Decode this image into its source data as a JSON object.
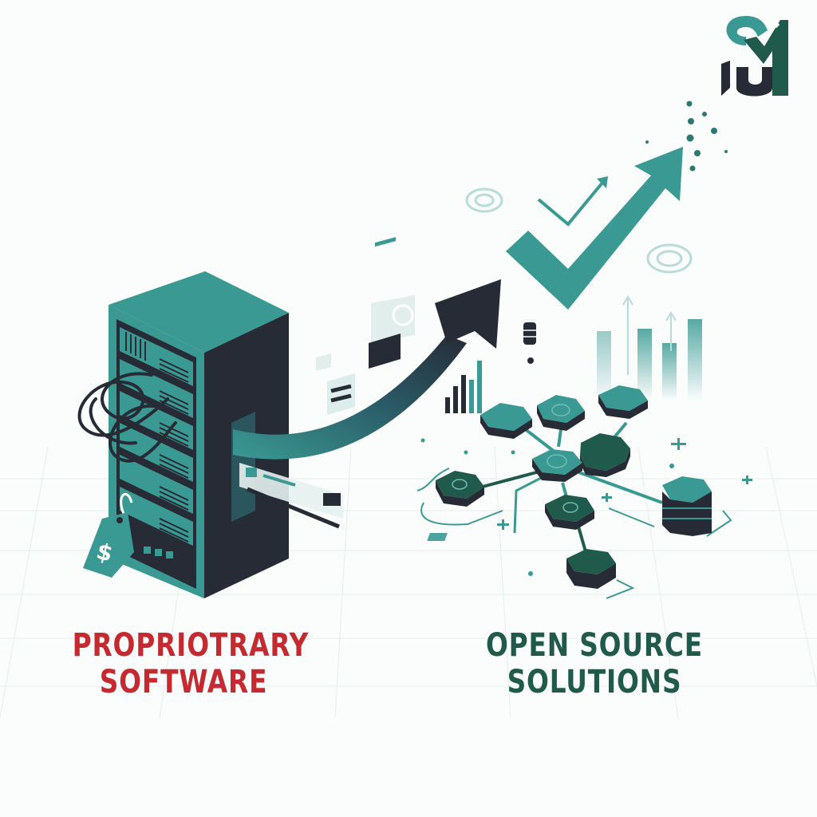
{
  "logo": {
    "icon": "sm-monogram-logo",
    "colors": [
      "#3a9a93",
      "#1f5a4b",
      "#262b36"
    ]
  },
  "left_panel": {
    "title_line1": "PROPRIOTRARY",
    "title_line2": "SOFTWARE",
    "title_color": "#c42a2f",
    "elements": [
      "server-rack-icon",
      "tangled-cables-icon",
      "price-tag-icon",
      "dollar-sign-icon"
    ],
    "price_symbol": "$"
  },
  "center": {
    "elements": [
      "curved-growth-arrow-icon",
      "floating-dashboard-cards",
      "mini-bar-chart-icon"
    ]
  },
  "right_panel": {
    "title_line1": "OPEN SOURCE",
    "title_line2": "SOLUTIONS",
    "title_color": "#1f5a4b",
    "elements": [
      "checkmark-arrow-icon",
      "hexagon-network-icon",
      "database-icon",
      "faded-bar-chart-icon",
      "target-ring-icon"
    ]
  },
  "colors": {
    "teal": "#3a9a93",
    "dark_teal": "#1f5a4b",
    "navy": "#262b36",
    "red": "#c42a2f",
    "background": "#fbfcfc"
  }
}
